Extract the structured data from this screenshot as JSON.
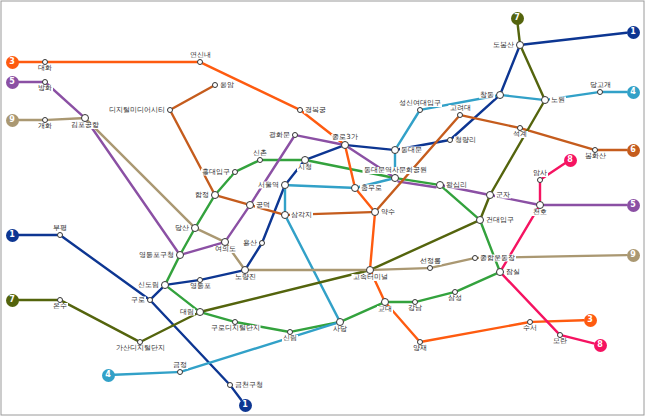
{
  "diagram": {
    "nodes": [
      {
        "text": [
          "1"
        ]
      },
      {
        "text": [
          "1"
        ]
      },
      {
        "text": [
          "1"
        ]
      },
      {
        "text": [
          "3"
        ]
      },
      {
        "text": [
          "3"
        ]
      },
      {
        "text": [
          "4"
        ]
      },
      {
        "text": [
          "4"
        ]
      },
      {
        "text": [
          "5"
        ]
      },
      {
        "text": [
          "5"
        ]
      },
      {
        "text": [
          "6"
        ]
      },
      {
        "text": [
          "7"
        ]
      },
      {
        "text": [
          "7"
        ]
      },
      {
        "text": [
          "8"
        ]
      },
      {
        "text": [
          "8"
        ]
      },
      {
        "text": [
          "9"
        ]
      },
      {
        "text": [
          "9"
        ]
      },
      {
        "text": [
          "부평"
        ]
      },
      {
        "text": [
          "구로"
        ]
      },
      {
        "text": [
          "신도림"
        ]
      },
      {
        "text": [
          "영등포"
        ]
      },
      {
        "text": [
          "노량진"
        ]
      },
      {
        "text": [
          "용산"
        ]
      },
      {
        "text": [
          "서울역"
        ]
      },
      {
        "text": [
          "시청"
        ]
      },
      {
        "text": [
          "종로3가"
        ]
      },
      {
        "text": [
          "동대문"
        ]
      },
      {
        "text": [
          "청량리"
        ]
      },
      {
        "text": [
          "창동"
        ]
      },
      {
        "text": [
          "도봉산"
        ]
      },
      {
        "text": [
          "금천구청"
        ]
      },
      {
        "text": [
          "동대문역사문화공원"
        ]
      },
      {
        "text": [
          "왕십리"
        ]
      },
      {
        "text": [
          "건대입구"
        ]
      },
      {
        "text": [
          "잠실"
        ]
      },
      {
        "text": [
          "삼성"
        ]
      },
      {
        "text": [
          "강남"
        ]
      },
      {
        "text": [
          "교대"
        ]
      },
      {
        "text": [
          "사당"
        ]
      },
      {
        "text": [
          "신림"
        ]
      },
      {
        "text": [
          "구로디지털단지"
        ]
      },
      {
        "text": [
          "영등포구청"
        ]
      },
      {
        "text": [
          "당산"
        ]
      },
      {
        "text": [
          "합정"
        ]
      },
      {
        "text": [
          "홍대입구"
        ]
      },
      {
        "text": [
          "신촌"
        ]
      },
      {
        "text": [
          "대화"
        ]
      },
      {
        "text": [
          "연신내"
        ]
      },
      {
        "text": [
          "경복궁"
        ]
      },
      {
        "text": [
          "충무로"
        ]
      },
      {
        "text": [
          "약수"
        ]
      },
      {
        "text": [
          "고속터미널"
        ]
      },
      {
        "text": [
          "양재"
        ]
      },
      {
        "text": [
          "수서"
        ]
      },
      {
        "text": [
          "당고개"
        ]
      },
      {
        "text": [
          "노원"
        ]
      },
      {
        "text": [
          "성신여대입구"
        ]
      },
      {
        "text": [
          "삼각지"
        ]
      },
      {
        "text": [
          "금정"
        ]
      },
      {
        "text": [
          "방화"
        ]
      },
      {
        "text": [
          "김포공항"
        ]
      },
      {
        "text": [
          "여의도"
        ]
      },
      {
        "text": [
          "공덕"
        ]
      },
      {
        "text": [
          "광화문"
        ]
      },
      {
        "text": [
          "군자"
        ]
      },
      {
        "text": [
          "천호"
        ]
      },
      {
        "text": [
          "응암"
        ]
      },
      {
        "text": [
          "디지털미디어시티"
        ]
      },
      {
        "text": [
          "고려대"
        ]
      },
      {
        "text": [
          "석계"
        ]
      },
      {
        "text": [
          "봉화산"
        ]
      },
      {
        "text": [
          "대림"
        ]
      },
      {
        "text": [
          "가산디지털단지"
        ]
      },
      {
        "text": [
          "온수"
        ]
      },
      {
        "text": [
          "암사"
        ]
      },
      {
        "text": [
          "모란"
        ]
      },
      {
        "text": [
          "개화"
        ]
      },
      {
        "text": [
          "선정릉"
        ]
      },
      {
        "text": [
          "종합운동장"
        ]
      }
    ],
    "edges": [
      {
        "from": 0,
        "to": 16,
        "arrow": "none"
      },
      {
        "from": 16,
        "to": 17,
        "arrow": "none"
      },
      {
        "from": 17,
        "to": 18,
        "arrow": "none"
      },
      {
        "from": 18,
        "to": 19,
        "arrow": "none"
      },
      {
        "from": 19,
        "to": 20,
        "arrow": "none"
      },
      {
        "from": 20,
        "to": 21,
        "arrow": "none"
      },
      {
        "from": 21,
        "to": 22,
        "arrow": "none"
      },
      {
        "from": 22,
        "to": 23,
        "arrow": "none"
      },
      {
        "from": 23,
        "to": 24,
        "arrow": "none"
      },
      {
        "from": 24,
        "to": 25,
        "arrow": "none"
      },
      {
        "from": 25,
        "to": 26,
        "arrow": "none"
      },
      {
        "from": 26,
        "to": 27,
        "arrow": "none"
      },
      {
        "from": 27,
        "to": 28,
        "arrow": "none"
      },
      {
        "from": 28,
        "to": 1,
        "arrow": "none"
      },
      {
        "from": 17,
        "to": 29,
        "arrow": "none"
      },
      {
        "from": 29,
        "to": 2,
        "arrow": "none"
      },
      {
        "from": 23,
        "to": 30,
        "arrow": "none"
      },
      {
        "from": 30,
        "to": 31,
        "arrow": "none"
      },
      {
        "from": 31,
        "to": 32,
        "arrow": "none"
      },
      {
        "from": 32,
        "to": 33,
        "arrow": "none"
      },
      {
        "from": 33,
        "to": 34,
        "arrow": "none"
      },
      {
        "from": 34,
        "to": 35,
        "arrow": "none"
      },
      {
        "from": 35,
        "to": 36,
        "arrow": "none"
      },
      {
        "from": 36,
        "to": 37,
        "arrow": "none"
      },
      {
        "from": 37,
        "to": 38,
        "arrow": "none"
      },
      {
        "from": 38,
        "to": 39,
        "arrow": "none"
      },
      {
        "from": 39,
        "to": 70,
        "arrow": "none"
      },
      {
        "from": 70,
        "to": 18,
        "arrow": "none"
      },
      {
        "from": 18,
        "to": 40,
        "arrow": "none"
      },
      {
        "from": 40,
        "to": 41,
        "arrow": "none"
      },
      {
        "from": 41,
        "to": 42,
        "arrow": "none"
      },
      {
        "from": 42,
        "to": 43,
        "arrow": "none"
      },
      {
        "from": 43,
        "to": 44,
        "arrow": "none"
      },
      {
        "from": 44,
        "to": 23,
        "arrow": "none"
      },
      {
        "from": 3,
        "to": 45,
        "arrow": "none"
      },
      {
        "from": 45,
        "to": 46,
        "arrow": "none"
      },
      {
        "from": 46,
        "to": 47,
        "arrow": "none"
      },
      {
        "from": 47,
        "to": 24,
        "arrow": "none"
      },
      {
        "from": 24,
        "to": 48,
        "arrow": "none"
      },
      {
        "from": 48,
        "to": 49,
        "arrow": "none"
      },
      {
        "from": 49,
        "to": 50,
        "arrow": "none"
      },
      {
        "from": 50,
        "to": 36,
        "arrow": "none"
      },
      {
        "from": 36,
        "to": 51,
        "arrow": "none"
      },
      {
        "from": 51,
        "to": 52,
        "arrow": "none"
      },
      {
        "from": 52,
        "to": 4,
        "arrow": "none"
      },
      {
        "from": 5,
        "to": 53,
        "arrow": "none"
      },
      {
        "from": 53,
        "to": 54,
        "arrow": "none"
      },
      {
        "from": 54,
        "to": 27,
        "arrow": "none"
      },
      {
        "from": 27,
        "to": 55,
        "arrow": "none"
      },
      {
        "from": 55,
        "to": 25,
        "arrow": "none"
      },
      {
        "from": 25,
        "to": 30,
        "arrow": "none"
      },
      {
        "from": 30,
        "to": 48,
        "arrow": "none"
      },
      {
        "from": 48,
        "to": 22,
        "arrow": "none"
      },
      {
        "from": 22,
        "to": 56,
        "arrow": "none"
      },
      {
        "from": 56,
        "to": 37,
        "arrow": "none"
      },
      {
        "from": 37,
        "to": 57,
        "arrow": "none"
      },
      {
        "from": 57,
        "to": 6,
        "arrow": "none"
      },
      {
        "from": 7,
        "to": 58,
        "arrow": "none"
      },
      {
        "from": 58,
        "to": 59,
        "arrow": "none"
      },
      {
        "from": 59,
        "to": 40,
        "arrow": "none"
      },
      {
        "from": 40,
        "to": 60,
        "arrow": "none"
      },
      {
        "from": 60,
        "to": 61,
        "arrow": "none"
      },
      {
        "from": 61,
        "to": 62,
        "arrow": "none"
      },
      {
        "from": 62,
        "to": 24,
        "arrow": "none"
      },
      {
        "from": 24,
        "to": 30,
        "arrow": "none"
      },
      {
        "from": 30,
        "to": 31,
        "arrow": "none"
      },
      {
        "from": 31,
        "to": 63,
        "arrow": "none"
      },
      {
        "from": 63,
        "to": 64,
        "arrow": "none"
      },
      {
        "from": 64,
        "to": 8,
        "arrow": "none"
      },
      {
        "from": 65,
        "to": 66,
        "arrow": "none"
      },
      {
        "from": 66,
        "to": 42,
        "arrow": "none"
      },
      {
        "from": 42,
        "to": 61,
        "arrow": "none"
      },
      {
        "from": 61,
        "to": 56,
        "arrow": "none"
      },
      {
        "from": 56,
        "to": 49,
        "arrow": "none"
      },
      {
        "from": 49,
        "to": 67,
        "arrow": "none"
      },
      {
        "from": 67,
        "to": 68,
        "arrow": "none"
      },
      {
        "from": 68,
        "to": 69,
        "arrow": "none"
      },
      {
        "from": 69,
        "to": 9,
        "arrow": "none"
      },
      {
        "from": 10,
        "to": 28,
        "arrow": "none"
      },
      {
        "from": 28,
        "to": 54,
        "arrow": "none"
      },
      {
        "from": 54,
        "to": 63,
        "arrow": "none"
      },
      {
        "from": 63,
        "to": 32,
        "arrow": "none"
      },
      {
        "from": 32,
        "to": 50,
        "arrow": "none"
      },
      {
        "from": 50,
        "to": 70,
        "arrow": "none"
      },
      {
        "from": 70,
        "to": 71,
        "arrow": "none"
      },
      {
        "from": 71,
        "to": 72,
        "arrow": "none"
      },
      {
        "from": 72,
        "to": 11,
        "arrow": "none"
      },
      {
        "from": 12,
        "to": 73,
        "arrow": "none"
      },
      {
        "from": 73,
        "to": 64,
        "arrow": "none"
      },
      {
        "from": 64,
        "to": 33,
        "arrow": "none"
      },
      {
        "from": 33,
        "to": 74,
        "arrow": "none"
      },
      {
        "from": 74,
        "to": 13,
        "arrow": "none"
      },
      {
        "from": 14,
        "to": 75,
        "arrow": "none"
      },
      {
        "from": 75,
        "to": 59,
        "arrow": "none"
      },
      {
        "from": 59,
        "to": 41,
        "arrow": "none"
      },
      {
        "from": 41,
        "to": 60,
        "arrow": "none"
      },
      {
        "from": 60,
        "to": 20,
        "arrow": "none"
      },
      {
        "from": 20,
        "to": 50,
        "arrow": "none"
      },
      {
        "from": 50,
        "to": 76,
        "arrow": "none"
      },
      {
        "from": 76,
        "to": 77,
        "arrow": "none"
      },
      {
        "from": 77,
        "to": 15,
        "arrow": "none"
      }
    ]
  }
}
